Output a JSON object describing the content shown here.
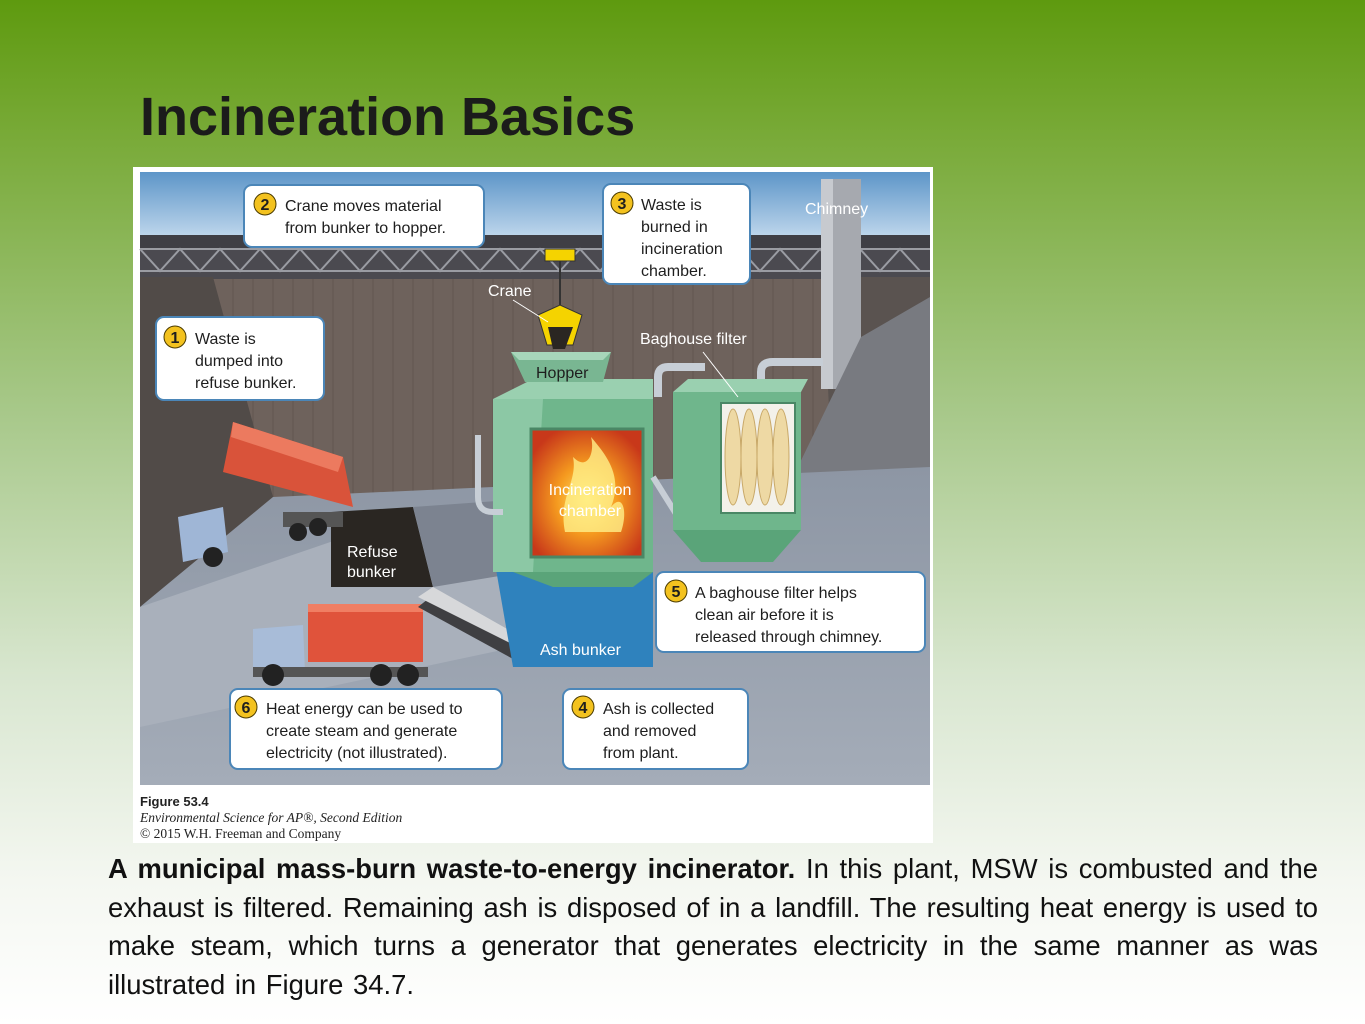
{
  "slide": {
    "title": "Incineration Basics"
  },
  "figure": {
    "labels": {
      "chimney": "Chimney",
      "crane": "Crane",
      "hopper": "Hopper",
      "baghouse_filter": "Baghouse filter",
      "incineration_chamber_line1": "Incineration",
      "incineration_chamber_line2": "chamber",
      "refuse_bunker_line1": "Refuse",
      "refuse_bunker_line2": "bunker",
      "ash_bunker": "Ash bunker"
    },
    "steps": [
      {
        "number": "1",
        "lines": [
          "Waste is",
          "dumped into",
          "refuse bunker."
        ]
      },
      {
        "number": "2",
        "lines": [
          "Crane moves material",
          "from bunker to hopper."
        ]
      },
      {
        "number": "3",
        "lines": [
          "Waste is",
          "burned in",
          "incineration",
          "chamber."
        ]
      },
      {
        "number": "4",
        "lines": [
          "Ash is collected",
          "and removed",
          "from plant."
        ]
      },
      {
        "number": "5",
        "lines": [
          "A baghouse filter helps",
          "clean air before it is",
          "released through chimney."
        ]
      },
      {
        "number": "6",
        "lines": [
          "Heat energy can be used to",
          "create steam and generate",
          "electricity (not illustrated)."
        ]
      }
    ],
    "credit": {
      "figure_number": "Figure 53.4",
      "book": "Environmental Science for AP®, Second Edition",
      "copyright": "© 2015 W.H. Freeman and Company"
    }
  },
  "caption": {
    "bold": "A municipal mass-burn waste-to-energy incinerator.",
    "text": " In this plant, MSW is combusted and the exhaust is filtered. Remaining ash is disposed of in a landfill. The resulting heat energy is used to make steam, which turns a generator that generates electricity in the same manner as was illustrated in Figure 34.7."
  }
}
